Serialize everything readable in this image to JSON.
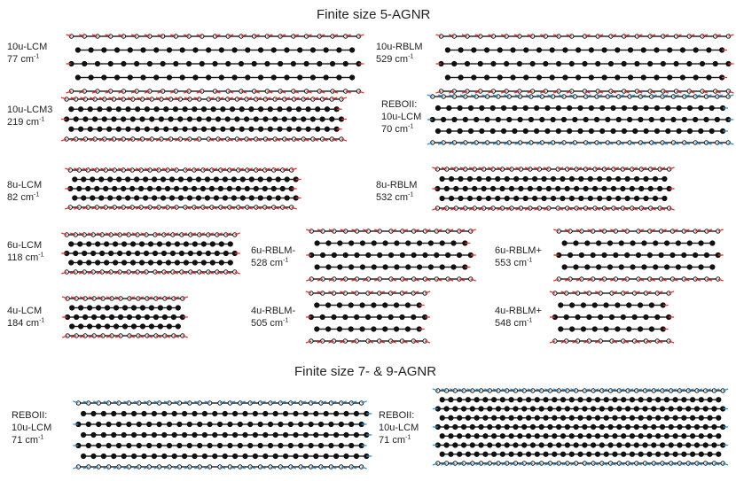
{
  "sections": {
    "top_title": "Finite size 5-AGNR",
    "bottom_title": "Finite size 7- & 9-AGNR"
  },
  "colors": {
    "bond": "#1a1a1a",
    "atom": "#111111",
    "hydrogen": "#ffffff",
    "arrow_red": "#e8312f",
    "arrow_blue": "#2e8fd0"
  },
  "panels": [
    {
      "lines": [
        "10u-LCM"
      ],
      "freq": "77",
      "unit": "cm",
      "arrow": "red"
    },
    {
      "lines": [
        "10u-RBLM"
      ],
      "freq": "529",
      "unit": "cm",
      "arrow": "red"
    },
    {
      "lines": [
        "10u-LCM3"
      ],
      "freq": "219",
      "unit": "cm",
      "arrow": "red"
    },
    {
      "lines": [
        "REBOII:",
        "10u-LCM"
      ],
      "freq": "70",
      "unit": "cm",
      "arrow": "blue"
    },
    {
      "lines": [
        "8u-LCM"
      ],
      "freq": "82",
      "unit": "cm",
      "arrow": "red"
    },
    {
      "lines": [
        "8u-RBLM"
      ],
      "freq": "532",
      "unit": "cm",
      "arrow": "red"
    },
    {
      "lines": [
        "6u-LCM"
      ],
      "freq": "118",
      "unit": "cm",
      "arrow": "red"
    },
    {
      "lines": [
        "6u-RBLM-"
      ],
      "freq": "528",
      "unit": "cm",
      "arrow": "red"
    },
    {
      "lines": [
        "6u-RBLM+"
      ],
      "freq": "553",
      "unit": "cm",
      "arrow": "red"
    },
    {
      "lines": [
        "4u-LCM"
      ],
      "freq": "184",
      "unit": "cm",
      "arrow": "red"
    },
    {
      "lines": [
        "4u-RBLM-"
      ],
      "freq": "505",
      "unit": "cm",
      "arrow": "red"
    },
    {
      "lines": [
        "4u-RBLM+"
      ],
      "freq": "548",
      "unit": "cm",
      "arrow": "red"
    },
    {
      "lines": [
        "REBOII:",
        "10u-LCM"
      ],
      "freq": "71",
      "unit": "cm",
      "arrow": "blue"
    },
    {
      "lines": [
        "REBOII:",
        "10u-LCM"
      ],
      "freq": "71",
      "unit": "cm",
      "arrow": "blue"
    }
  ]
}
